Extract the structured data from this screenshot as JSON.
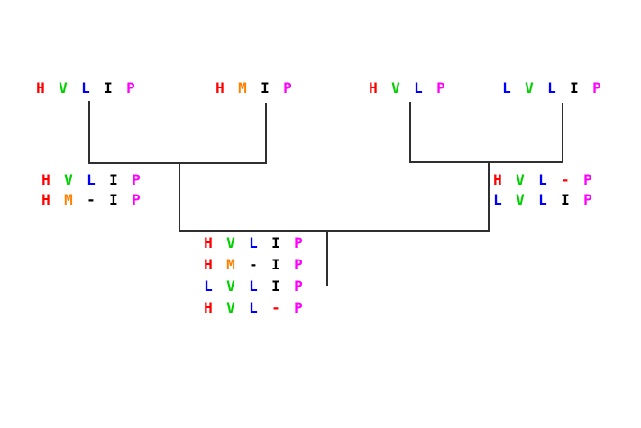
{
  "figure": {
    "title": "progressive-alignment-guide-tree",
    "background": "#ffffff",
    "line_color": "#2f2f2f"
  },
  "colors": {
    "red": "#ff0000",
    "green": "#00d000",
    "blue": "#0000ff",
    "black": "#000000",
    "magenta": "#ff00ff",
    "orange": "#ff8000"
  },
  "tree": {
    "leaves": [
      {
        "id": "sequence-1",
        "text": "HVLIP",
        "letters": [
          [
            "H",
            "red"
          ],
          [
            "V",
            "green"
          ],
          [
            "L",
            "blue"
          ],
          [
            "I",
            "black"
          ],
          [
            "P",
            "magenta"
          ]
        ]
      },
      {
        "id": "sequence-2",
        "text": "HMIP",
        "letters": [
          [
            "H",
            "red"
          ],
          [
            "M",
            "orange"
          ],
          [
            "I",
            "black"
          ],
          [
            "P",
            "magenta"
          ]
        ]
      },
      {
        "id": "sequence-3",
        "text": "HVLP",
        "letters": [
          [
            "H",
            "red"
          ],
          [
            "V",
            "green"
          ],
          [
            "L",
            "blue"
          ],
          [
            "P",
            "magenta"
          ]
        ]
      },
      {
        "id": "sequence-4",
        "text": "LVLIP",
        "letters": [
          [
            "L",
            "blue"
          ],
          [
            "V",
            "green"
          ],
          [
            "L",
            "blue"
          ],
          [
            "I",
            "black"
          ],
          [
            "P",
            "magenta"
          ]
        ]
      }
    ],
    "internal": [
      {
        "id": "alignment-node-left",
        "rows": [
          [
            [
              "H",
              "red"
            ],
            [
              "V",
              "green"
            ],
            [
              "L",
              "blue"
            ],
            [
              "I",
              "black"
            ],
            [
              "P",
              "magenta"
            ]
          ],
          [
            [
              "H",
              "red"
            ],
            [
              "M",
              "orange"
            ],
            [
              "-",
              "black"
            ],
            [
              "I",
              "black"
            ],
            [
              "P",
              "magenta"
            ]
          ]
        ]
      },
      {
        "id": "alignment-node-right",
        "rows": [
          [
            [
              "H",
              "red"
            ],
            [
              "V",
              "green"
            ],
            [
              "L",
              "blue"
            ],
            [
              "-",
              "red"
            ],
            [
              "P",
              "magenta"
            ]
          ],
          [
            [
              "L",
              "blue"
            ],
            [
              "V",
              "green"
            ],
            [
              "L",
              "blue"
            ],
            [
              "I",
              "black"
            ],
            [
              "P",
              "magenta"
            ]
          ]
        ]
      }
    ],
    "root": {
      "id": "alignment-node-root",
      "rows": [
        [
          [
            "H",
            "red"
          ],
          [
            "V",
            "green"
          ],
          [
            "L",
            "blue"
          ],
          [
            "I",
            "black"
          ],
          [
            "P",
            "magenta"
          ]
        ],
        [
          [
            "H",
            "red"
          ],
          [
            "M",
            "orange"
          ],
          [
            "-",
            "black"
          ],
          [
            "I",
            "black"
          ],
          [
            "P",
            "magenta"
          ]
        ],
        [
          [
            "L",
            "blue"
          ],
          [
            "V",
            "green"
          ],
          [
            "L",
            "blue"
          ],
          [
            "I",
            "black"
          ],
          [
            "P",
            "magenta"
          ]
        ],
        [
          [
            "H",
            "red"
          ],
          [
            "V",
            "green"
          ],
          [
            "L",
            "blue"
          ],
          [
            "-",
            "red"
          ],
          [
            "P",
            "magenta"
          ]
        ]
      ]
    }
  }
}
